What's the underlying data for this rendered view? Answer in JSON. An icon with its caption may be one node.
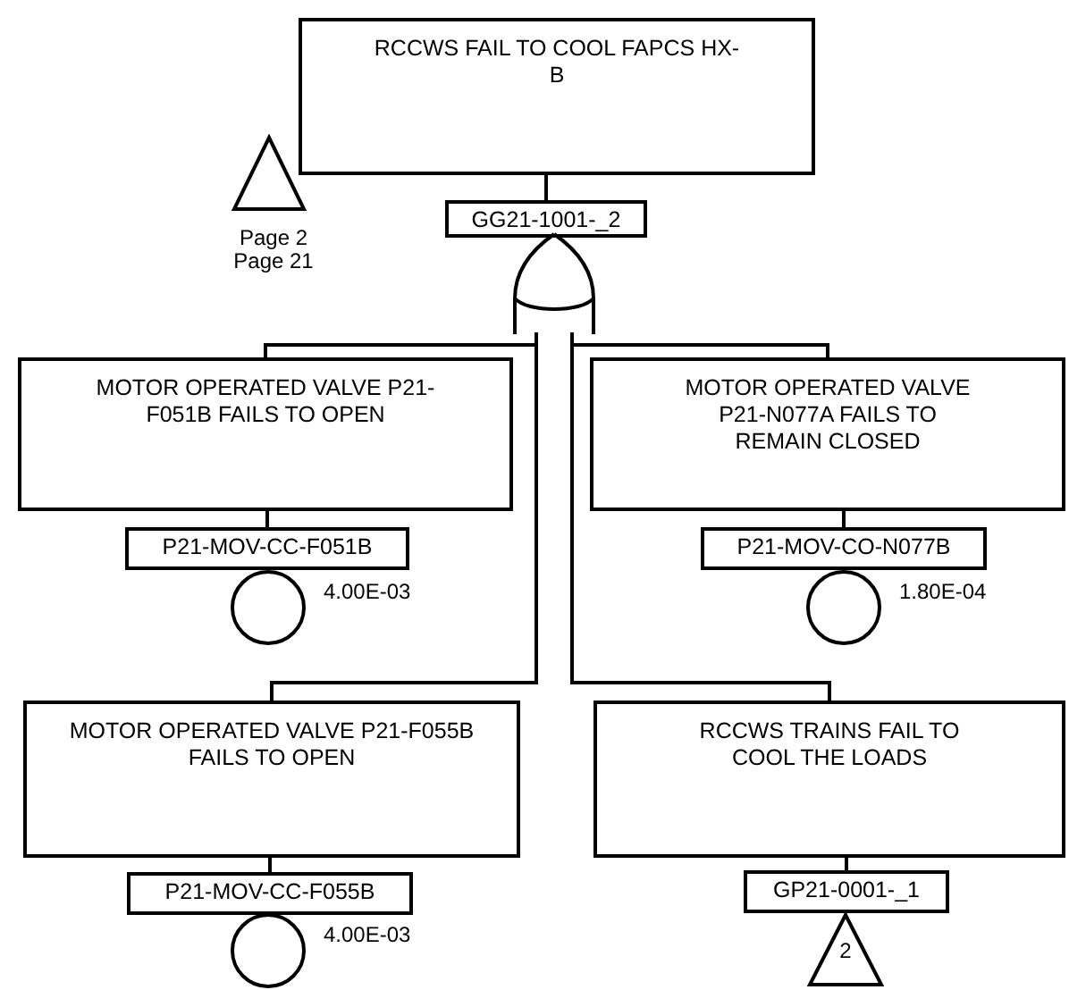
{
  "diagram": {
    "nodes": [
      {
        "text": [
          "RCCWS FAIL TO COOL FAPCS HX-B"
        ]
      },
      {
        "text": [],
        "shape": "triangle",
        "beside": [
          "Page 2",
          "Page 21"
        ]
      },
      {
        "text": [
          "GG21-1001-_2"
        ]
      },
      {
        "text": [],
        "shape": "gate"
      },
      {
        "text": [
          "MOTOR OPERATED VALVE P21-F051B FAILS TO OPEN"
        ]
      },
      {
        "text": [
          "P21-MOV-CC-F051B"
        ]
      },
      {
        "text": [],
        "shape": "circle",
        "beside": [
          "4.00E-03"
        ]
      },
      {
        "text": [
          "MOTOR OPERATED VALVE P21-N077A FAILS TO REMAIN CLOSED"
        ]
      },
      {
        "text": [
          "P21-MOV-CO-N077B"
        ]
      },
      {
        "text": [],
        "shape": "circle",
        "beside": [
          "1.80E-04"
        ]
      },
      {
        "text": [
          "MOTOR OPERATED VALVE P21-F055B FAILS TO OPEN"
        ]
      },
      {
        "text": [
          "P21-MOV-CC-F055B"
        ]
      },
      {
        "text": [],
        "shape": "circle",
        "beside": [
          "4.00E-03"
        ]
      },
      {
        "text": [
          "RCCWS TRAINS FAIL TO COOL THE LOADS"
        ]
      },
      {
        "text": [
          "GP21-0001-_1"
        ]
      },
      {
        "text": [
          "2"
        ]
      }
    ],
    "edges": [
      {
        "from": 0,
        "to": 2,
        "arrow": "none"
      },
      {
        "from": 3,
        "to": 4,
        "arrow": "none"
      },
      {
        "from": 3,
        "to": 7,
        "arrow": "none"
      },
      {
        "from": 3,
        "to": 10,
        "arrow": "none"
      },
      {
        "from": 3,
        "to": 13,
        "arrow": "none"
      },
      {
        "from": 4,
        "to": 5,
        "arrow": "none"
      },
      {
        "from": 7,
        "to": 8,
        "arrow": "none"
      },
      {
        "from": 10,
        "to": 11,
        "arrow": "none"
      },
      {
        "from": 13,
        "to": 14,
        "arrow": "none"
      }
    ]
  }
}
